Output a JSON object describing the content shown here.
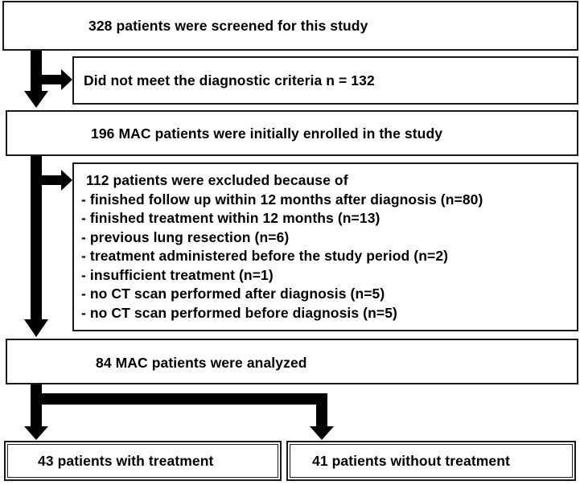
{
  "flowchart": {
    "screened": {
      "text": "328 patients were screened for this study",
      "n": 328
    },
    "excluded_diagnostic": {
      "text": "Did not meet the diagnostic criteria n = 132",
      "n": 132
    },
    "enrolled": {
      "text": "196 MAC patients were initially enrolled in the study",
      "n": 196
    },
    "excluded_reasons": {
      "header": "112 patients were excluded because of",
      "n": 112,
      "items": [
        "- finished follow up within 12 months after diagnosis (n=80)",
        "- finished treatment within 12 months (n=13)",
        "- previous lung resection (n=6)",
        "- treatment administered before the study period (n=2)",
        "- insufficient treatment (n=1)",
        "- no CT scan performed after diagnosis (n=5)",
        "- no CT scan performed before diagnosis (n=5)"
      ]
    },
    "analyzed": {
      "text": "84 MAC patients were analyzed",
      "n": 84
    },
    "groups": [
      {
        "text": "43 patients with treatment",
        "n": 43
      },
      {
        "text": "41 patients without treatment",
        "n": 41
      }
    ]
  },
  "colors": {
    "line": "#000000",
    "border": "#1a1a1a",
    "background": "#ffffff"
  }
}
